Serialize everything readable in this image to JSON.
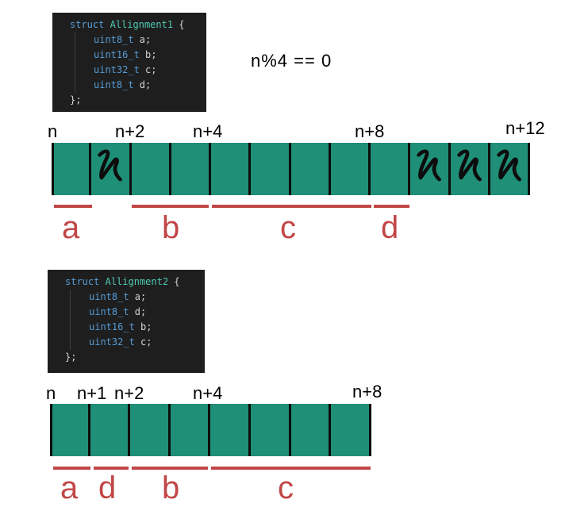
{
  "struct1": {
    "keyword": "struct",
    "name": "Allignment1",
    "open": " {",
    "fields": [
      {
        "type": "uint8_t",
        "name": " a;"
      },
      {
        "type": "uint16_t",
        "name": " b;"
      },
      {
        "type": "uint32_t",
        "name": " c;"
      },
      {
        "type": "uint8_t",
        "name": " d;"
      }
    ],
    "close": "};"
  },
  "struct2": {
    "keyword": "struct",
    "name": "Allignment2",
    "open": " {",
    "fields": [
      {
        "type": "uint8_t",
        "name": " a;"
      },
      {
        "type": "uint8_t",
        "name": " d;"
      },
      {
        "type": "uint16_t",
        "name": " b;"
      },
      {
        "type": "uint32_t",
        "name": " c;"
      }
    ],
    "close": "};"
  },
  "condition": "n%4 == 0",
  "layout1": {
    "addresses": [
      "n",
      "n+2",
      "n+4",
      "n+8",
      "n+12"
    ],
    "byte_count": 12,
    "padding_bytes": [
      1,
      9,
      10,
      11
    ],
    "fields": [
      "a",
      "b",
      "c",
      "d"
    ]
  },
  "layout2": {
    "addresses": [
      "n",
      "n+1",
      "n+2",
      "n+4",
      "n+8"
    ],
    "byte_count": 8,
    "padding_bytes": [],
    "fields": [
      "a",
      "d",
      "b",
      "c"
    ]
  },
  "colors": {
    "byte_fill": "#1f8f77",
    "field_bar": "#c24646",
    "code_bg": "#1e1e1e"
  }
}
